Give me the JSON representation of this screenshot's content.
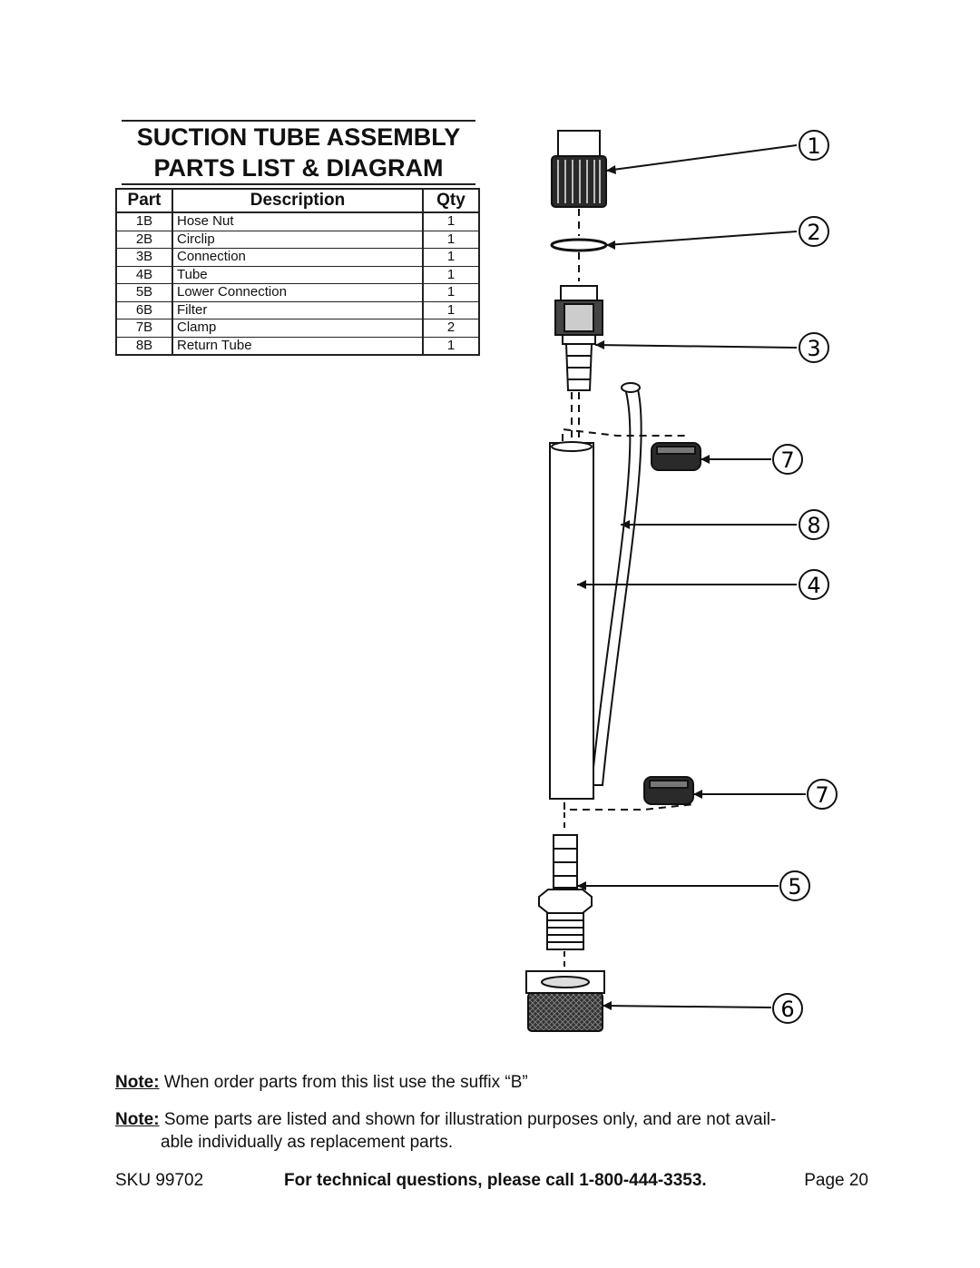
{
  "title": {
    "line1": "SUCTION TUBE ASSEMBLY",
    "line2": "PARTS LIST & DIAGRAM"
  },
  "table": {
    "headers": [
      "Part",
      "Description",
      "Qty"
    ],
    "rows": [
      {
        "part": "1B",
        "description": "Hose Nut",
        "qty": "1"
      },
      {
        "part": "2B",
        "description": "Circlip",
        "qty": "1"
      },
      {
        "part": "3B",
        "description": "Connection",
        "qty": "1"
      },
      {
        "part": "4B",
        "description": "Tube",
        "qty": "1"
      },
      {
        "part": "5B",
        "description": "Lower Connection",
        "qty": "1"
      },
      {
        "part": "6B",
        "description": "Filter",
        "qty": "1"
      },
      {
        "part": "7B",
        "description": "Clamp",
        "qty": "2"
      },
      {
        "part": "8B",
        "description": "Return Tube",
        "qty": "1"
      }
    ]
  },
  "callouts": [
    "1",
    "2",
    "3",
    "7",
    "8",
    "4",
    "7",
    "5",
    "6"
  ],
  "notes": [
    {
      "label": "Note:",
      "text": " When order parts from this list use the suffix “B”",
      "cont": ""
    },
    {
      "label": "Note:",
      "text": " Some parts are listed and shown for illustration purposes only, and are not avail-",
      "cont": "able individually as replacement parts."
    }
  ],
  "footer": {
    "sku": "SKU 99702",
    "tech": "For technical questions, please call 1-800-444-3353.",
    "page": "Page 20"
  }
}
